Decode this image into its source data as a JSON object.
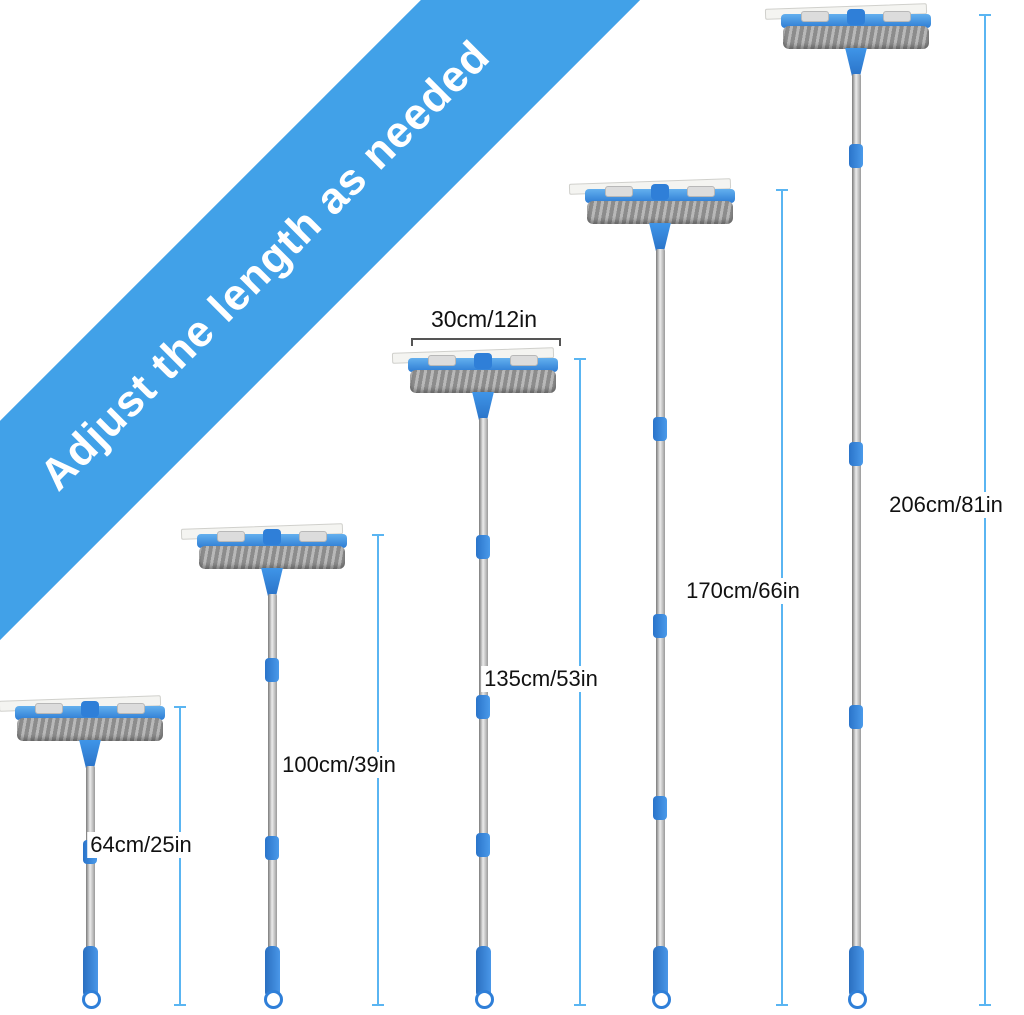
{
  "ribbon": {
    "text": "Adjust the length as needed"
  },
  "width_label": {
    "text": "30cm/12in"
  },
  "lengths": [
    {
      "label": "64cm/25in"
    },
    {
      "label": "100cm/39in"
    },
    {
      "label": "135cm/53in"
    },
    {
      "label": "170cm/66in"
    },
    {
      "label": "206cm/81in"
    }
  ],
  "colors": {
    "ribbon_blue": "#41a1e8",
    "mop_blue": "#2f7fd8",
    "pad_gray": "#9c9c9c",
    "blade_white": "#f4f4f1",
    "measure_blue": "#5ab5f2",
    "bracket_gray": "#555555"
  }
}
